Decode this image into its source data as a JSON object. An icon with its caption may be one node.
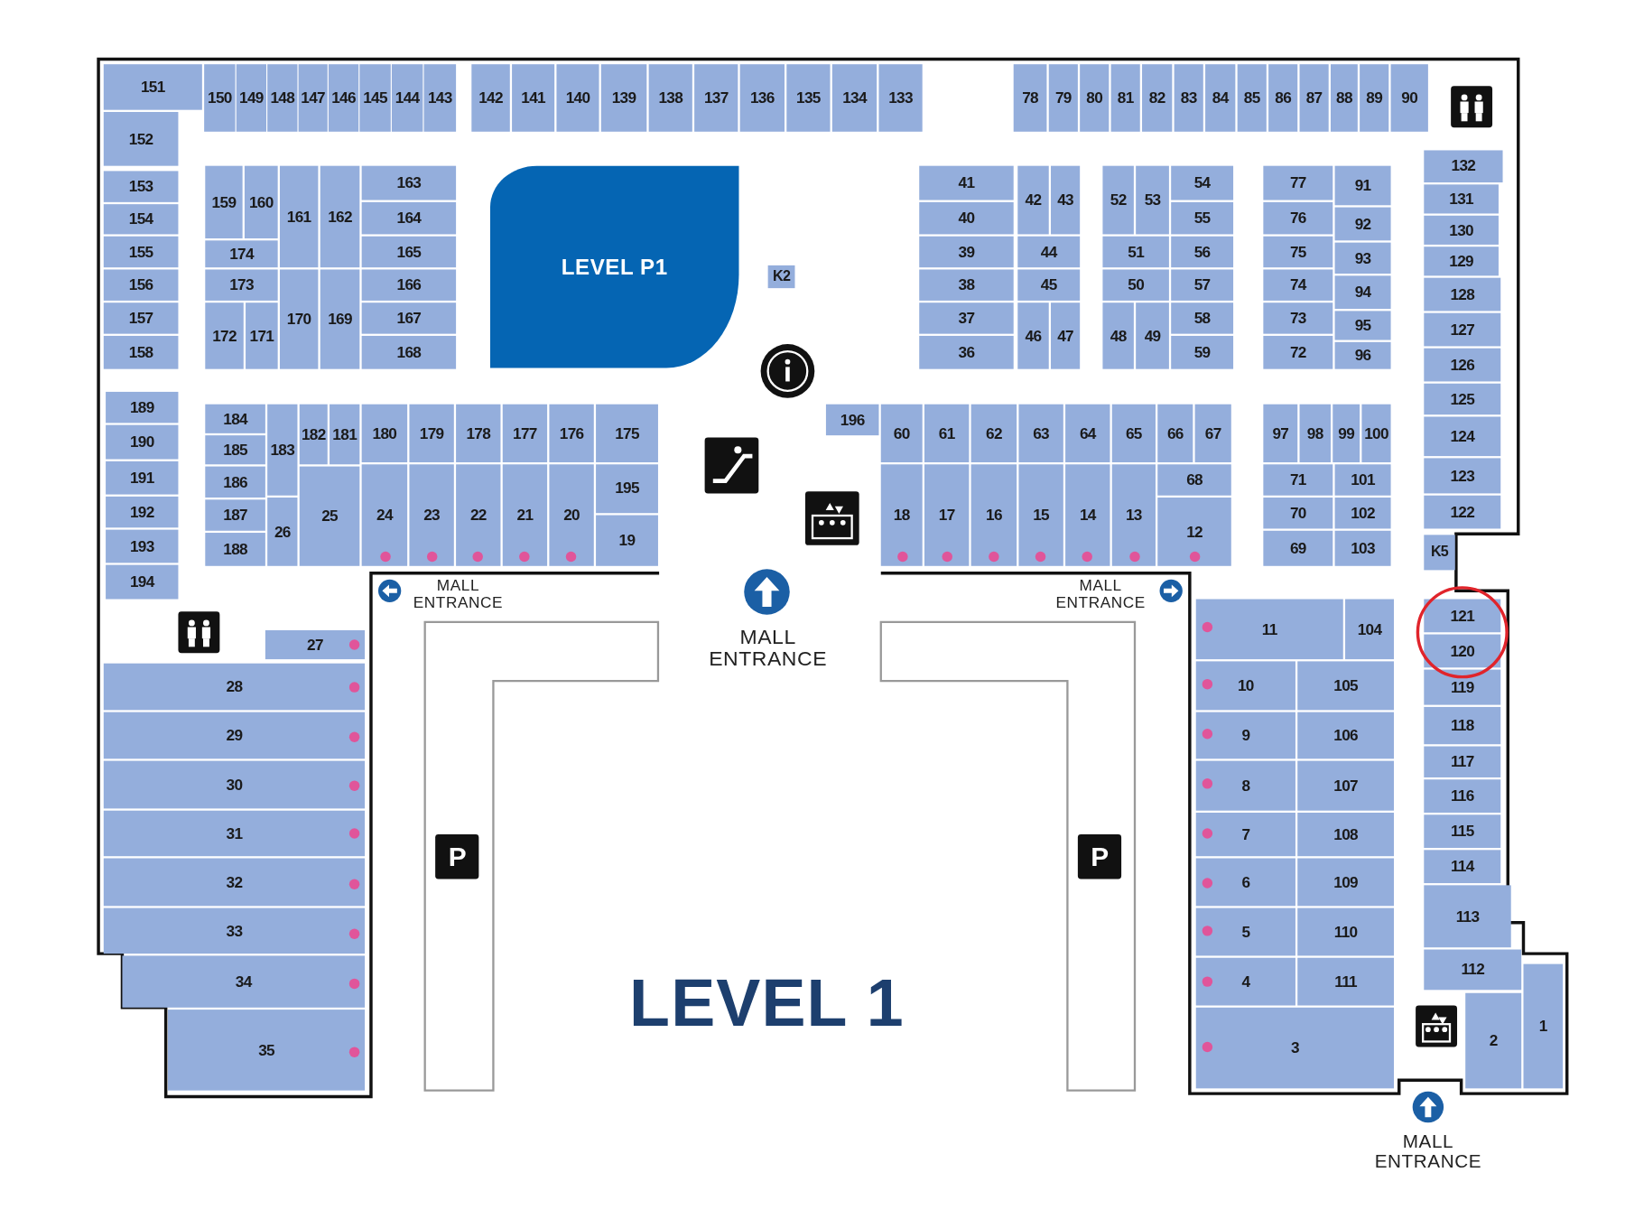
{
  "diagram": {
    "title": "LEVEL 1",
    "nodes": [
      {
        "text": [
          "151"
        ]
      },
      {
        "text": [
          "152"
        ]
      },
      {
        "text": [
          "150"
        ]
      },
      {
        "text": [
          "149"
        ]
      },
      {
        "text": [
          "148"
        ]
      },
      {
        "text": [
          "147"
        ]
      },
      {
        "text": [
          "146"
        ]
      },
      {
        "text": [
          "145"
        ]
      },
      {
        "text": [
          "144"
        ]
      },
      {
        "text": [
          "143"
        ]
      },
      {
        "text": [
          "142"
        ]
      },
      {
        "text": [
          "141"
        ]
      },
      {
        "text": [
          "140"
        ]
      },
      {
        "text": [
          "139"
        ]
      },
      {
        "text": [
          "138"
        ]
      },
      {
        "text": [
          "137"
        ]
      },
      {
        "text": [
          "136"
        ]
      },
      {
        "text": [
          "135"
        ]
      },
      {
        "text": [
          "134"
        ]
      },
      {
        "text": [
          "133"
        ]
      },
      {
        "text": [
          "78"
        ]
      },
      {
        "text": [
          "79"
        ]
      },
      {
        "text": [
          "80"
        ]
      },
      {
        "text": [
          "81"
        ]
      },
      {
        "text": [
          "82"
        ]
      },
      {
        "text": [
          "83"
        ]
      },
      {
        "text": [
          "84"
        ]
      },
      {
        "text": [
          "85"
        ]
      },
      {
        "text": [
          "86"
        ]
      },
      {
        "text": [
          "87"
        ]
      },
      {
        "text": [
          "88"
        ]
      },
      {
        "text": [
          "89"
        ]
      },
      {
        "text": [
          "90"
        ]
      },
      {
        "text": [
          "153"
        ]
      },
      {
        "text": [
          "154"
        ]
      },
      {
        "text": [
          "155"
        ]
      },
      {
        "text": [
          "156"
        ]
      },
      {
        "text": [
          "157"
        ]
      },
      {
        "text": [
          "158"
        ]
      },
      {
        "text": [
          "159"
        ]
      },
      {
        "text": [
          "160"
        ]
      },
      {
        "text": [
          "161"
        ]
      },
      {
        "text": [
          "162"
        ]
      },
      {
        "text": [
          "163"
        ]
      },
      {
        "text": [
          "164"
        ]
      },
      {
        "text": [
          "165"
        ]
      },
      {
        "text": [
          "166"
        ]
      },
      {
        "text": [
          "167"
        ]
      },
      {
        "text": [
          "168"
        ]
      },
      {
        "text": [
          "174"
        ]
      },
      {
        "text": [
          "173"
        ]
      },
      {
        "text": [
          "172"
        ]
      },
      {
        "text": [
          "171"
        ]
      },
      {
        "text": [
          "170"
        ]
      },
      {
        "text": [
          "169"
        ]
      },
      {
        "text": [
          "LEVEL P1"
        ]
      },
      {
        "text": [
          "K2"
        ]
      },
      {
        "text": [
          "41"
        ]
      },
      {
        "text": [
          "42"
        ]
      },
      {
        "text": [
          "43"
        ]
      },
      {
        "text": [
          "40"
        ]
      },
      {
        "text": [
          "44"
        ]
      },
      {
        "text": [
          "39"
        ]
      },
      {
        "text": [
          "38"
        ]
      },
      {
        "text": [
          "45"
        ]
      },
      {
        "text": [
          "37"
        ]
      },
      {
        "text": [
          "36"
        ]
      },
      {
        "text": [
          "46"
        ]
      },
      {
        "text": [
          "47"
        ]
      },
      {
        "text": [
          "52"
        ]
      },
      {
        "text": [
          "53"
        ]
      },
      {
        "text": [
          "54"
        ]
      },
      {
        "text": [
          "55"
        ]
      },
      {
        "text": [
          "51"
        ]
      },
      {
        "text": [
          "56"
        ]
      },
      {
        "text": [
          "50"
        ]
      },
      {
        "text": [
          "57"
        ]
      },
      {
        "text": [
          "48"
        ]
      },
      {
        "text": [
          "49"
        ]
      },
      {
        "text": [
          "58"
        ]
      },
      {
        "text": [
          "59"
        ]
      },
      {
        "text": [
          "77"
        ]
      },
      {
        "text": [
          "91"
        ]
      },
      {
        "text": [
          "76"
        ]
      },
      {
        "text": [
          "92"
        ]
      },
      {
        "text": [
          "75"
        ]
      },
      {
        "text": [
          "93"
        ]
      },
      {
        "text": [
          "74"
        ]
      },
      {
        "text": [
          "94"
        ]
      },
      {
        "text": [
          "73"
        ]
      },
      {
        "text": [
          "95"
        ]
      },
      {
        "text": [
          "72"
        ]
      },
      {
        "text": [
          "96"
        ]
      },
      {
        "text": [
          "132"
        ]
      },
      {
        "text": [
          "131"
        ]
      },
      {
        "text": [
          "130"
        ]
      },
      {
        "text": [
          "129"
        ]
      },
      {
        "text": [
          "128"
        ]
      },
      {
        "text": [
          "127"
        ]
      },
      {
        "text": [
          "126"
        ]
      },
      {
        "text": [
          "125"
        ]
      },
      {
        "text": [
          "124"
        ]
      },
      {
        "text": [
          "123"
        ]
      },
      {
        "text": [
          "122"
        ]
      },
      {
        "text": [
          "189"
        ]
      },
      {
        "text": [
          "190"
        ]
      },
      {
        "text": [
          "191"
        ]
      },
      {
        "text": [
          "192"
        ]
      },
      {
        "text": [
          "193"
        ]
      },
      {
        "text": [
          "194"
        ]
      },
      {
        "text": [
          "184"
        ]
      },
      {
        "text": [
          "183"
        ]
      },
      {
        "text": [
          "182"
        ]
      },
      {
        "text": [
          "181"
        ]
      },
      {
        "text": [
          "180"
        ]
      },
      {
        "text": [
          "179"
        ]
      },
      {
        "text": [
          "178"
        ]
      },
      {
        "text": [
          "177"
        ]
      },
      {
        "text": [
          "176"
        ]
      },
      {
        "text": [
          "175"
        ]
      },
      {
        "text": [
          "185"
        ]
      },
      {
        "text": [
          "186"
        ]
      },
      {
        "text": [
          "187"
        ]
      },
      {
        "text": [
          "188"
        ]
      },
      {
        "text": [
          "26"
        ]
      },
      {
        "text": [
          "25"
        ]
      },
      {
        "text": [
          "24"
        ]
      },
      {
        "text": [
          "23"
        ]
      },
      {
        "text": [
          "22"
        ]
      },
      {
        "text": [
          "21"
        ]
      },
      {
        "text": [
          "20"
        ]
      },
      {
        "text": [
          "195"
        ]
      },
      {
        "text": [
          "19"
        ]
      },
      {
        "text": [
          "196"
        ]
      },
      {
        "text": [
          "60"
        ]
      },
      {
        "text": [
          "61"
        ]
      },
      {
        "text": [
          "62"
        ]
      },
      {
        "text": [
          "63"
        ]
      },
      {
        "text": [
          "64"
        ]
      },
      {
        "text": [
          "65"
        ]
      },
      {
        "text": [
          "66"
        ]
      },
      {
        "text": [
          "67"
        ]
      },
      {
        "text": [
          "68"
        ]
      },
      {
        "text": [
          "18"
        ]
      },
      {
        "text": [
          "17"
        ]
      },
      {
        "text": [
          "16"
        ]
      },
      {
        "text": [
          "15"
        ]
      },
      {
        "text": [
          "14"
        ]
      },
      {
        "text": [
          "13"
        ]
      },
      {
        "text": [
          "12"
        ]
      },
      {
        "text": [
          "97"
        ]
      },
      {
        "text": [
          "98"
        ]
      },
      {
        "text": [
          "99"
        ]
      },
      {
        "text": [
          "100"
        ]
      },
      {
        "text": [
          "71"
        ]
      },
      {
        "text": [
          "101"
        ]
      },
      {
        "text": [
          "70"
        ]
      },
      {
        "text": [
          "102"
        ]
      },
      {
        "text": [
          "69"
        ]
      },
      {
        "text": [
          "103"
        ]
      },
      {
        "text": [
          "K5"
        ]
      },
      {
        "text": [
          "11"
        ]
      },
      {
        "text": [
          "104"
        ]
      },
      {
        "text": [
          "10"
        ]
      },
      {
        "text": [
          "105"
        ]
      },
      {
        "text": [
          "9"
        ]
      },
      {
        "text": [
          "106"
        ]
      },
      {
        "text": [
          "8"
        ]
      },
      {
        "text": [
          "107"
        ]
      },
      {
        "text": [
          "7"
        ]
      },
      {
        "text": [
          "108"
        ]
      },
      {
        "text": [
          "6"
        ]
      },
      {
        "text": [
          "109"
        ]
      },
      {
        "text": [
          "5"
        ]
      },
      {
        "text": [
          "110"
        ]
      },
      {
        "text": [
          "4"
        ]
      },
      {
        "text": [
          "111"
        ]
      },
      {
        "text": [
          "3"
        ]
      },
      {
        "text": [
          "121"
        ]
      },
      {
        "text": [
          "120"
        ]
      },
      {
        "text": [
          "119"
        ]
      },
      {
        "text": [
          "118"
        ]
      },
      {
        "text": [
          "117"
        ]
      },
      {
        "text": [
          "116"
        ]
      },
      {
        "text": [
          "115"
        ]
      },
      {
        "text": [
          "114"
        ]
      },
      {
        "text": [
          "113"
        ]
      },
      {
        "text": [
          "112"
        ]
      },
      {
        "text": [
          "2"
        ]
      },
      {
        "text": [
          "1"
        ]
      },
      {
        "text": [
          "27"
        ]
      },
      {
        "text": [
          "28"
        ]
      },
      {
        "text": [
          "29"
        ]
      },
      {
        "text": [
          "30"
        ]
      },
      {
        "text": [
          "31"
        ]
      },
      {
        "text": [
          "32"
        ]
      },
      {
        "text": [
          "33"
        ]
      },
      {
        "text": [
          "34"
        ]
      },
      {
        "text": [
          "35"
        ]
      },
      {
        "text": [
          "P"
        ]
      },
      {
        "text": [
          "P"
        ]
      }
    ],
    "labels": [
      "MALL ENTRANCE",
      "MALL ENTRANCE",
      "MALL ENTRANCE",
      "MALL ENTRANCE"
    ]
  }
}
